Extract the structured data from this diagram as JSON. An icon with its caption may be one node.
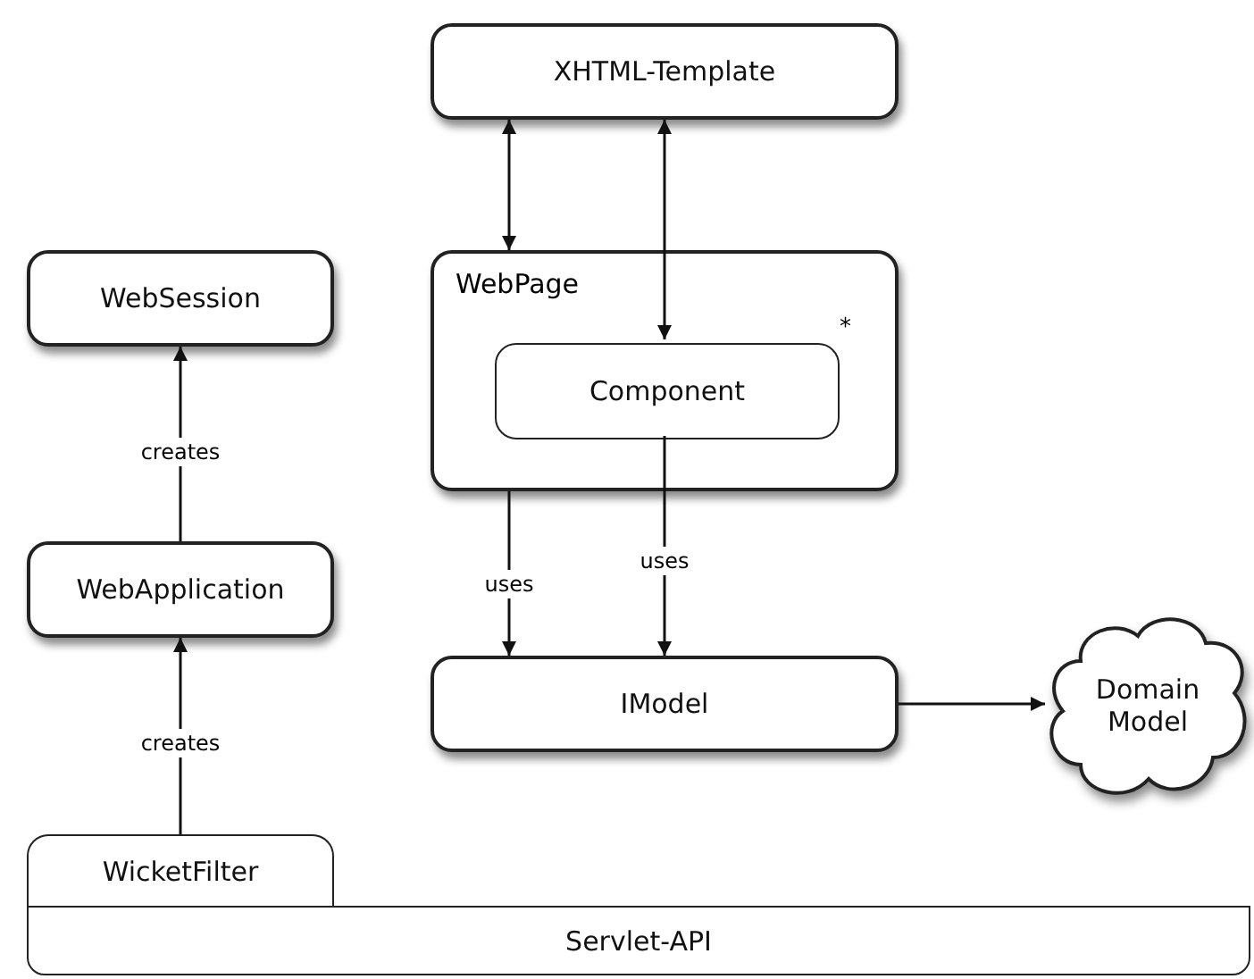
{
  "diagram": {
    "nodes": [
      {
        "text": [
          "XHTML-Template"
        ]
      },
      {
        "text": [
          "WebPage"
        ]
      },
      {
        "text": [
          "Component"
        ],
        "in": 1,
        "beside": [
          "*"
        ]
      },
      {
        "text": [
          "WebSession"
        ]
      },
      {
        "text": [
          "WebApplication"
        ]
      },
      {
        "text": [
          "WicketFilter"
        ]
      },
      {
        "text": [
          "Servlet-API"
        ]
      },
      {
        "text": [
          "IModel"
        ]
      },
      {
        "text": [
          "Domain Model"
        ]
      }
    ],
    "edges": [
      {
        "from": 0,
        "to": 1,
        "arrow": "both"
      },
      {
        "from": 0,
        "to": 2,
        "arrow": "both"
      },
      {
        "from": 1,
        "to": 7,
        "arrow": "to",
        "label": "uses"
      },
      {
        "from": 2,
        "to": 7,
        "arrow": "to",
        "label": "uses"
      },
      {
        "from": 7,
        "to": 8,
        "arrow": "to"
      },
      {
        "from": 4,
        "to": 3,
        "arrow": "to",
        "label": "creates"
      },
      {
        "from": 5,
        "to": 4,
        "arrow": "to",
        "label": "creates"
      }
    ]
  }
}
